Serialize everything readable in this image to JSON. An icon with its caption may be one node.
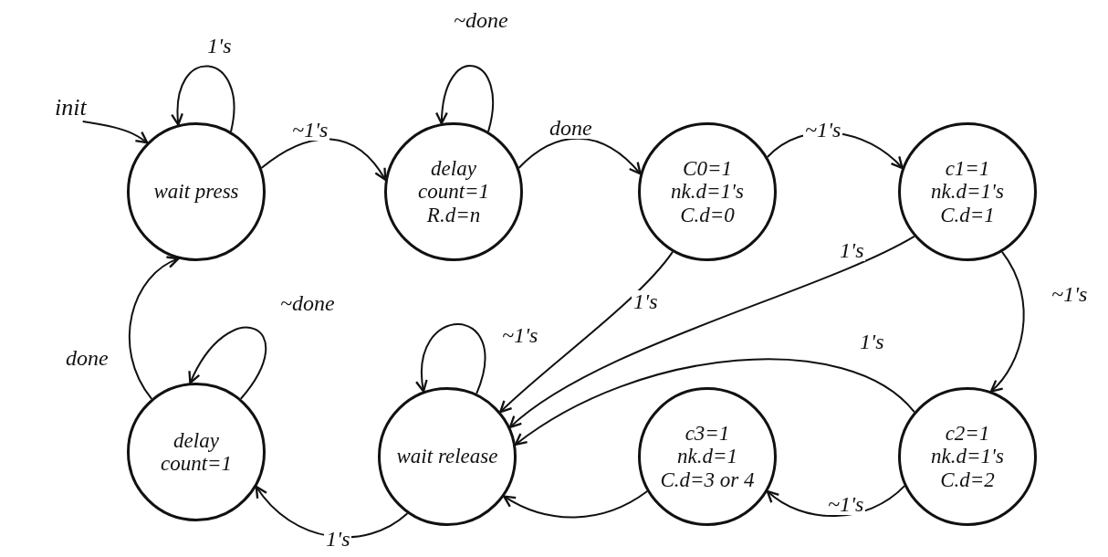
{
  "diagram": {
    "nodes": [
      {
        "text": [
          "init"
        ]
      },
      {
        "text": [
          "wait press"
        ]
      },
      {
        "text": [
          "delay",
          "count=1",
          "R.d=n"
        ]
      },
      {
        "text": [
          "C0=1",
          "nk.d=1's",
          "C.d=0"
        ]
      },
      {
        "text": [
          "c1=1",
          "nk.d=1's",
          "C.d=1"
        ]
      },
      {
        "text": [
          "c2=1",
          "nk.d=1's",
          "C.d=2"
        ]
      },
      {
        "text": [
          "c3=1",
          "nk.d=1",
          "C.d=3 or 4"
        ]
      },
      {
        "text": [
          "wait release"
        ]
      },
      {
        "text": [
          "delay",
          "count=1"
        ]
      }
    ],
    "edges": [
      {
        "from": 0,
        "to": 1,
        "arrow": "to"
      },
      {
        "from": 1,
        "to": 1,
        "arrow": "to",
        "label": "1's"
      },
      {
        "from": 1,
        "to": 2,
        "arrow": "to",
        "label": "~1's"
      },
      {
        "from": 2,
        "to": 2,
        "arrow": "to",
        "label": "~done"
      },
      {
        "from": 2,
        "to": 3,
        "arrow": "to",
        "label": "done"
      },
      {
        "from": 3,
        "to": 4,
        "arrow": "to",
        "label": "~1's"
      },
      {
        "from": 3,
        "to": 7,
        "arrow": "to",
        "label": "1's"
      },
      {
        "from": 4,
        "to": 7,
        "arrow": "to",
        "label": "1's"
      },
      {
        "from": 4,
        "to": 5,
        "arrow": "to",
        "label": "~1's"
      },
      {
        "from": 5,
        "to": 7,
        "arrow": "to",
        "label": "1's"
      },
      {
        "from": 5,
        "to": 6,
        "arrow": "to",
        "label": "~1's"
      },
      {
        "from": 6,
        "to": 7,
        "arrow": "to"
      },
      {
        "from": 7,
        "to": 7,
        "arrow": "to",
        "label": "~1's"
      },
      {
        "from": 7,
        "to": 8,
        "arrow": "to",
        "label": "1's"
      },
      {
        "from": 8,
        "to": 8,
        "arrow": "to",
        "label": "~done"
      },
      {
        "from": 8,
        "to": 1,
        "arrow": "to",
        "label": "done"
      }
    ]
  }
}
